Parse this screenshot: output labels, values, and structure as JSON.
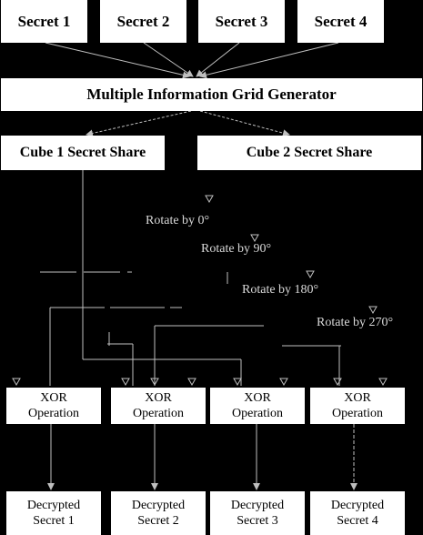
{
  "secrets": [
    "Secret 1",
    "Secret 2",
    "Secret 3",
    "Secret 4"
  ],
  "generator": "Multiple Information Grid Generator",
  "shares": [
    "Cube 1 Secret Share",
    "Cube 2 Secret Share"
  ],
  "rotations": [
    "Rotate by 0°",
    "Rotate by 90°",
    "Rotate by 180°",
    "Rotate by 270°"
  ],
  "xor": [
    {
      "line1": "XOR",
      "line2": "Operation"
    },
    {
      "line1": "XOR",
      "line2": "Operation"
    },
    {
      "line1": "XOR",
      "line2": "Operation"
    },
    {
      "line1": "XOR",
      "line2": "Operation"
    }
  ],
  "decrypted": [
    {
      "line1": "Decrypted",
      "line2": "Secret 1"
    },
    {
      "line1": "Decrypted",
      "line2": "Secret 2"
    },
    {
      "line1": "Decrypted",
      "line2": "Secret 3"
    },
    {
      "line1": "Decrypted",
      "line2": "Secret 4"
    }
  ],
  "colors": {
    "background": "#000000",
    "box": "#ffffff",
    "line": "#bfbfbf",
    "text": "#000000"
  }
}
